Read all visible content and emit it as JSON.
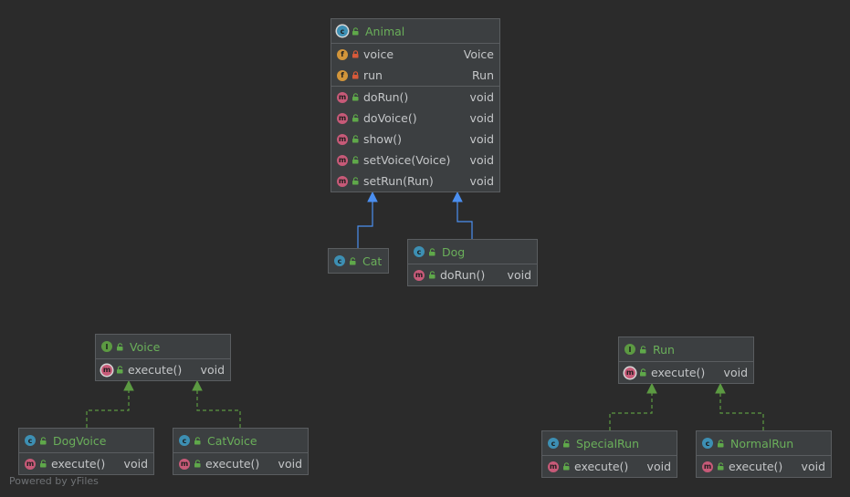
{
  "footer": {
    "credit": "Powered by yFiles"
  },
  "colors": {
    "class_badge": "#3d8fb3",
    "interface_badge": "#5c9a42",
    "method_badge": "#c75a78",
    "field_badge": "#d2953a",
    "public_lock": "#5fa84a",
    "private_lock": "#d85a3a",
    "title_text": "#6aaf5a",
    "member_text": "#c4c6c8",
    "border": "#5a5d60",
    "generalization_edge": "#4b8ff0",
    "realization_edge": "#5c9a42"
  },
  "diagram": {
    "nodes": [
      {
        "id": "animal",
        "kind": "class",
        "badge": "c",
        "abstract": true,
        "title": "Animal",
        "fields": [
          {
            "badge": "f",
            "visibility": "private",
            "name": "voice",
            "type": "Voice"
          },
          {
            "badge": "f",
            "visibility": "private",
            "name": "run",
            "type": "Run"
          }
        ],
        "methods": [
          {
            "badge": "m",
            "visibility": "public",
            "name": "doRun()",
            "type": "void"
          },
          {
            "badge": "m",
            "visibility": "public",
            "name": "doVoice()",
            "type": "void"
          },
          {
            "badge": "m",
            "visibility": "public",
            "name": "show()",
            "type": "void"
          },
          {
            "badge": "m",
            "visibility": "public",
            "name": "setVoice(Voice)",
            "type": "void"
          },
          {
            "badge": "m",
            "visibility": "public",
            "name": "setRun(Run)",
            "type": "void"
          }
        ]
      },
      {
        "id": "cat",
        "kind": "class",
        "badge": "c",
        "title": "Cat",
        "fields": [],
        "methods": []
      },
      {
        "id": "dog",
        "kind": "class",
        "badge": "c",
        "title": "Dog",
        "fields": [],
        "methods": [
          {
            "badge": "m",
            "visibility": "public",
            "name": "doRun()",
            "type": "void"
          }
        ]
      },
      {
        "id": "voice",
        "kind": "interface",
        "badge": "I",
        "title": "Voice",
        "fields": [],
        "methods": [
          {
            "badge": "m",
            "abstract": true,
            "visibility": "public",
            "name": "execute()",
            "type": "void"
          }
        ]
      },
      {
        "id": "dogvoice",
        "kind": "class",
        "badge": "c",
        "title": "DogVoice",
        "fields": [],
        "methods": [
          {
            "badge": "m",
            "visibility": "public",
            "name": "execute()",
            "type": "void"
          }
        ]
      },
      {
        "id": "catvoice",
        "kind": "class",
        "badge": "c",
        "title": "CatVoice",
        "fields": [],
        "methods": [
          {
            "badge": "m",
            "visibility": "public",
            "name": "execute()",
            "type": "void"
          }
        ]
      },
      {
        "id": "run",
        "kind": "interface",
        "badge": "I",
        "title": "Run",
        "fields": [],
        "methods": [
          {
            "badge": "m",
            "abstract": true,
            "visibility": "public",
            "name": "execute()",
            "type": "void"
          }
        ]
      },
      {
        "id": "specialrun",
        "kind": "class",
        "badge": "c",
        "title": "SpecialRun",
        "fields": [],
        "methods": [
          {
            "badge": "m",
            "visibility": "public",
            "name": "execute()",
            "type": "void"
          }
        ]
      },
      {
        "id": "normalrun",
        "kind": "class",
        "badge": "c",
        "title": "NormalRun",
        "fields": [],
        "methods": [
          {
            "badge": "m",
            "visibility": "public",
            "name": "execute()",
            "type": "void"
          }
        ]
      }
    ],
    "edges": [
      {
        "from": "cat",
        "to": "animal",
        "kind": "generalization"
      },
      {
        "from": "dog",
        "to": "animal",
        "kind": "generalization"
      },
      {
        "from": "dogvoice",
        "to": "voice",
        "kind": "realization"
      },
      {
        "from": "catvoice",
        "to": "voice",
        "kind": "realization"
      },
      {
        "from": "specialrun",
        "to": "run",
        "kind": "realization"
      },
      {
        "from": "normalrun",
        "to": "run",
        "kind": "realization"
      }
    ]
  }
}
